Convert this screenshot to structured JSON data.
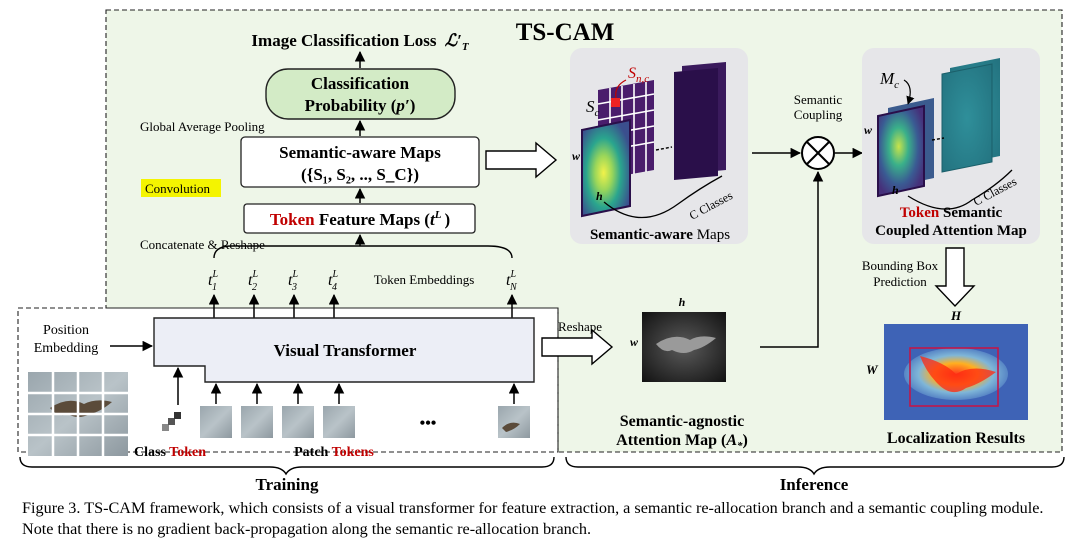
{
  "diagram": {
    "title": "TS-CAM",
    "loss": "Image Classification Loss",
    "loss_symbol": "ℒ′",
    "loss_sub": "T",
    "classification": {
      "line1": "Classification",
      "line2_prefix": "Probability (",
      "symbol": "p′",
      "line2_suffix": ")"
    },
    "gap_label": "Global Average Pooling",
    "semantic_maps_box": {
      "line1": "Semantic-aware Maps",
      "line2": "({S₁, S₂, .., S_C})"
    },
    "convolution_label": "Convolution",
    "token_feature": {
      "token_word": "Token",
      "rest": " Feature Maps (",
      "sym": "t",
      "sup": "L",
      "close": ")"
    },
    "concat_label": "Concatenate & Reshape",
    "token_embeddings_label": "Token Embeddings",
    "token_inputs": [
      {
        "sym": "t",
        "sup": "L",
        "sub": "1"
      },
      {
        "sym": "t",
        "sup": "L",
        "sub": "2"
      },
      {
        "sym": "t",
        "sup": "L",
        "sub": "3"
      },
      {
        "sym": "t",
        "sup": "L",
        "sub": "4"
      },
      {
        "sym": "t",
        "sup": "L",
        "sub": "N"
      }
    ],
    "position_embedding": {
      "line1": "Position",
      "line2": "Embedding"
    },
    "visual_transformer": "Visual Transformer",
    "reshape_label": "Reshape",
    "class_token": {
      "prefix": "Class ",
      "token_word": "Token"
    },
    "patch_tokens": {
      "prefix": "Patch ",
      "token_word": "Tokens"
    },
    "ellipsis": "•••",
    "training_label": "Training",
    "inference_label": "Inference",
    "semantic_aware_panel": {
      "caption_bold": "Semantic-aware",
      "caption_rest": " Maps",
      "s_c": "S",
      "s_c_sub": "c",
      "s_nc": "S",
      "s_nc_sub": "n,c",
      "w": "w",
      "h": "h",
      "c_classes": "C Classes"
    },
    "semantic_coupling": {
      "line1": "Semantic",
      "line2": "Coupling"
    },
    "coupled_panel": {
      "m_c": "M",
      "m_c_sub": "c",
      "w": "w",
      "h": "h",
      "c_classes": "C Classes",
      "caption_token": "Token",
      "caption_line1_rest": " Semantic",
      "caption_line2": "Coupled Attention Map"
    },
    "agnostic_map": {
      "h": "h",
      "w": "w",
      "line1": "Semantic-agnostic",
      "line2_prefix": "Attention Map (",
      "sym": "A",
      "sub": "*",
      "line2_suffix": ")"
    },
    "bbox_prediction": {
      "line1": "Bounding Box",
      "line2": "Prediction"
    },
    "localization": {
      "H": "H",
      "W": "W",
      "caption": "Localization Results"
    },
    "colors": {
      "green_bg": "#eef6e8",
      "cls_box": "#d3ebc6",
      "token_red": "#c00000",
      "highlight": "#f4f400",
      "transformer_fill": "#eceef6"
    }
  },
  "caption": "Figure 3. TS-CAM framework, which consists of a visual transformer for feature extraction, a semantic re-allocation branch and a semantic coupling module. Note that there is no gradient back-propagation along the semantic re-allocation branch."
}
